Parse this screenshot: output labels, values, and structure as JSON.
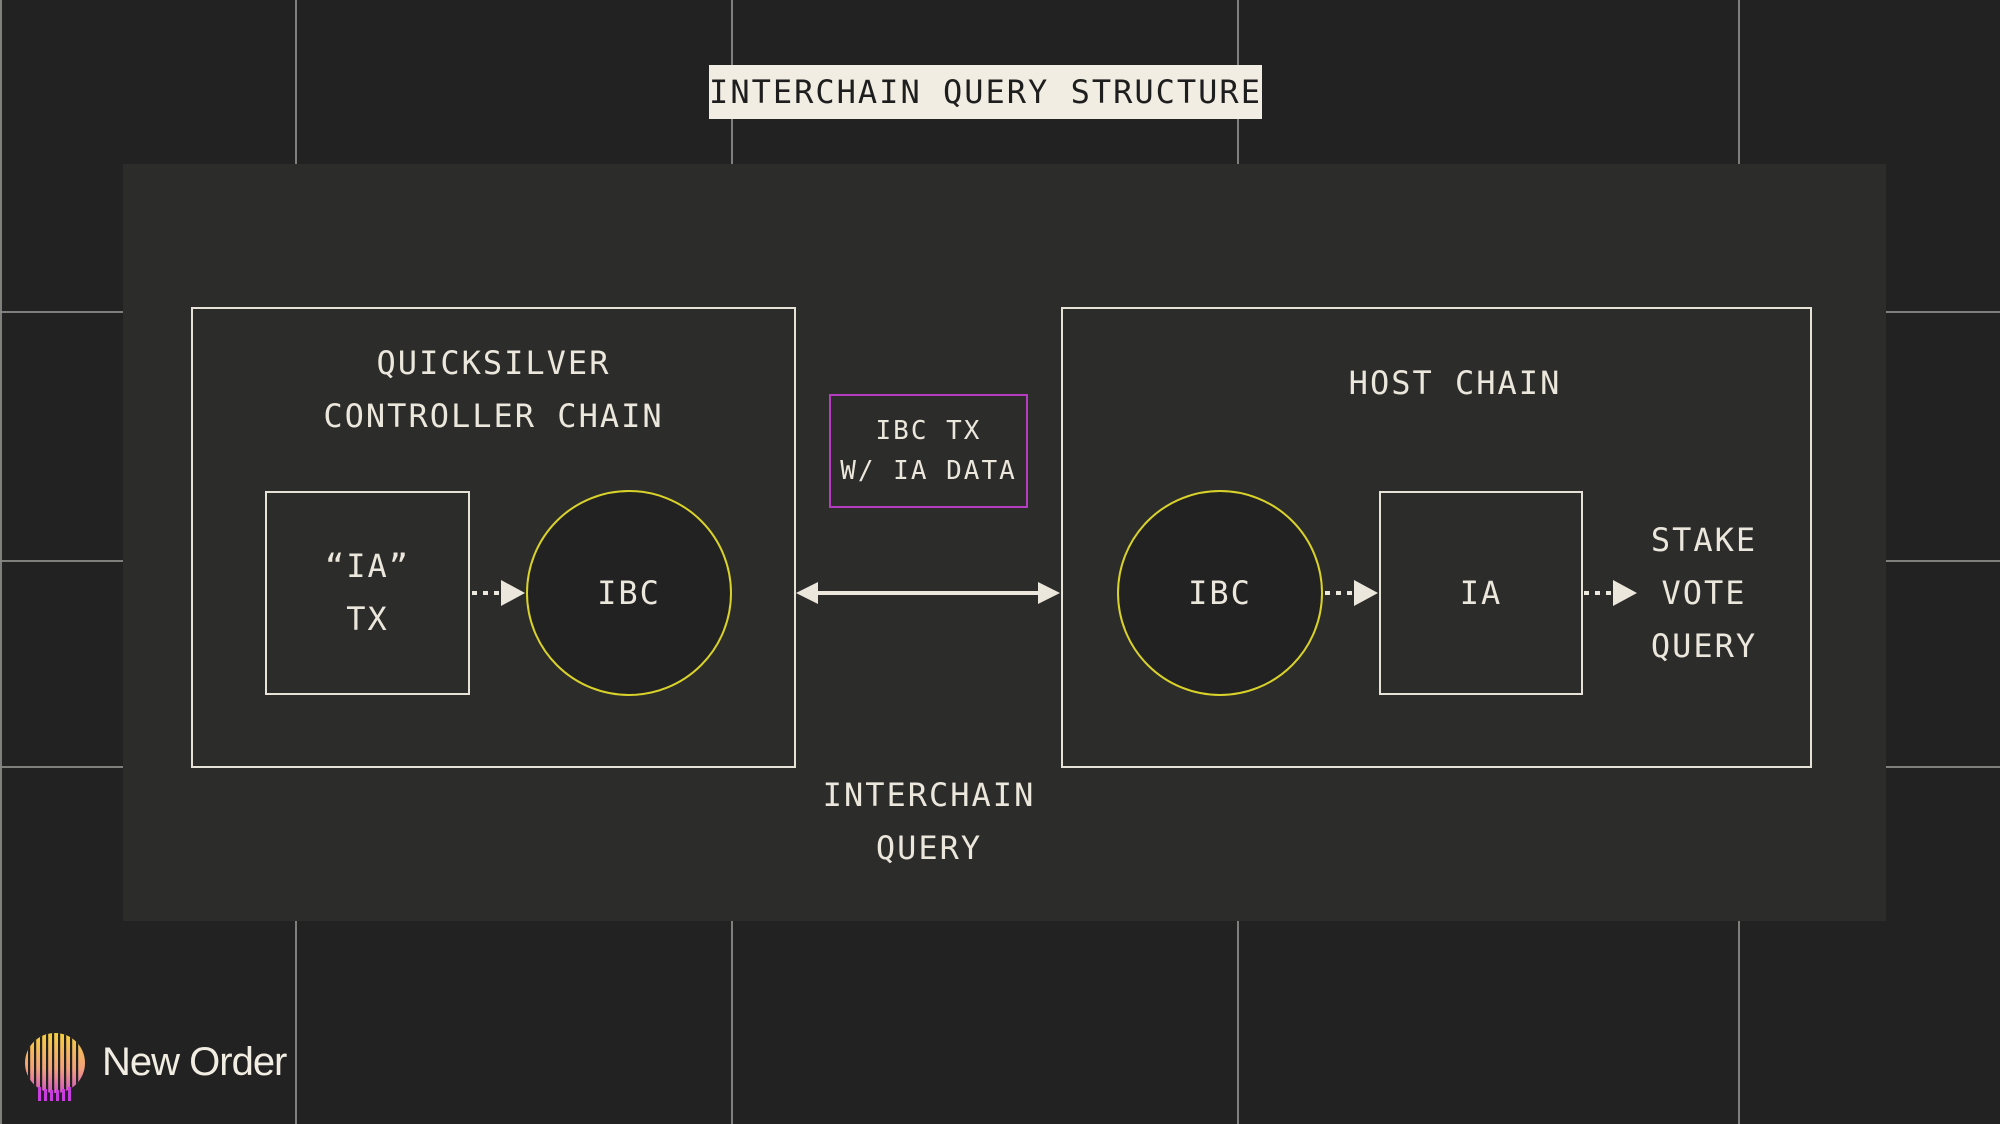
{
  "title": "INTERCHAIN QUERY STRUCTURE",
  "controller_chain": {
    "title_line1": "QUICKSILVER",
    "title_line2": "CONTROLLER CHAIN",
    "tx_box_line1": "“IA”",
    "tx_box_line2": "TX",
    "ibc_label": "IBC"
  },
  "host_chain": {
    "title": "HOST CHAIN",
    "ibc_label": "IBC",
    "ia_label": "IA",
    "actions": [
      "STAKE",
      "VOTE",
      "QUERY"
    ]
  },
  "link": {
    "packet_line1": "IBC TX",
    "packet_line2": "W/ IA DATA",
    "caption_line1": "INTERCHAIN",
    "caption_line2": "QUERY"
  },
  "brand": {
    "name": "New Order"
  },
  "colors": {
    "background": "#222222",
    "panel": "#2C2C2B",
    "text": "#ECE7DC",
    "ibc_circle": "#D9D22A",
    "packet_border": "#B63CC1",
    "title_bg": "#F1EDE3"
  }
}
